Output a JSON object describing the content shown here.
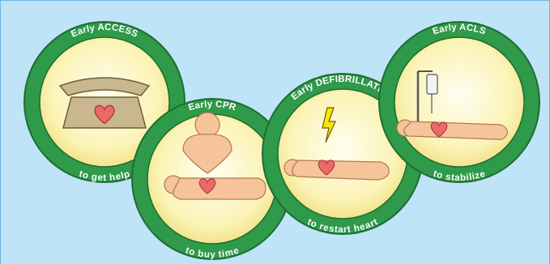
{
  "chain": [
    {
      "top_label": "Early ACCESS",
      "bottom_label": "to get help",
      "icon": "telephone-with-heart-icon"
    },
    {
      "top_label": "Early CPR",
      "bottom_label": "to buy time",
      "icon": "cpr-rescuer-icon"
    },
    {
      "top_label": "Early DEFIBRILLATION",
      "bottom_label": "to restart heart",
      "icon": "lightning-bolt-icon"
    },
    {
      "top_label": "Early ACLS",
      "bottom_label": "to stabilize",
      "icon": "iv-drip-icon"
    }
  ],
  "colors": {
    "background": "#bfe3f7",
    "ring": "#2e9a4a",
    "ring_edge": "#1d6e32",
    "disc_light": "#fffde0",
    "disc_dark": "#f3e58a",
    "skin": "#f6c49a",
    "heart": "#ea6a6a",
    "bolt": "#ffe600",
    "phone": "#c9b78f"
  }
}
